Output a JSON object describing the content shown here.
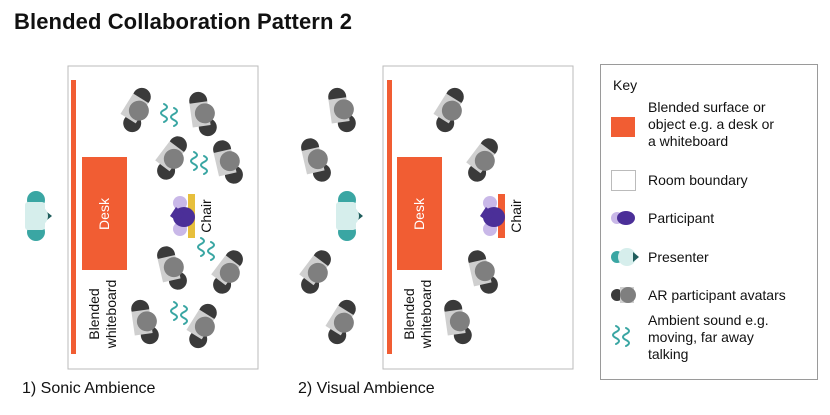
{
  "title": "Blended Collaboration Pattern 2",
  "panels": [
    {
      "caption": "1) Sonic Ambience",
      "desk_label": "Desk",
      "chair_label": "Chair",
      "whiteboard_line1": "Blended",
      "whiteboard_line2": "whiteboard"
    },
    {
      "caption": "2) Visual Ambience",
      "desk_label": "Desk",
      "chair_label": "Chair",
      "whiteboard_line1": "Blended",
      "whiteboard_line2": "whiteboard"
    }
  ],
  "key": {
    "title": "Key",
    "items": [
      {
        "icon": "blended-surface-swatch",
        "lines": [
          "Blended surface or",
          "object e.g. a desk or",
          "a whiteboard"
        ]
      },
      {
        "icon": "room-boundary-swatch",
        "lines": [
          "Room boundary"
        ]
      },
      {
        "icon": "participant-icon",
        "lines": [
          "Participant"
        ]
      },
      {
        "icon": "presenter-icon",
        "lines": [
          "Presenter"
        ]
      },
      {
        "icon": "ar-avatar-icon",
        "lines": [
          "AR participant avatars"
        ]
      },
      {
        "icon": "ambient-sound-icon",
        "lines": [
          "Ambient sound e.g.",
          "moving, far away",
          "talking"
        ]
      }
    ]
  },
  "colors": {
    "blended": "#f15d33",
    "participant": "#4b2f98",
    "participant_light": "#c9b8e8",
    "presenter": "#3aa6a3",
    "presenter_light": "#d6eeec",
    "presenter_dark": "#1f5d5c",
    "avatar": "#3a3a3a",
    "avatar_light": "#cfcfcf",
    "chair_sonic": "#e7bf3c",
    "sound": "#3aa6a3",
    "boundary": "#bbbbbb"
  }
}
